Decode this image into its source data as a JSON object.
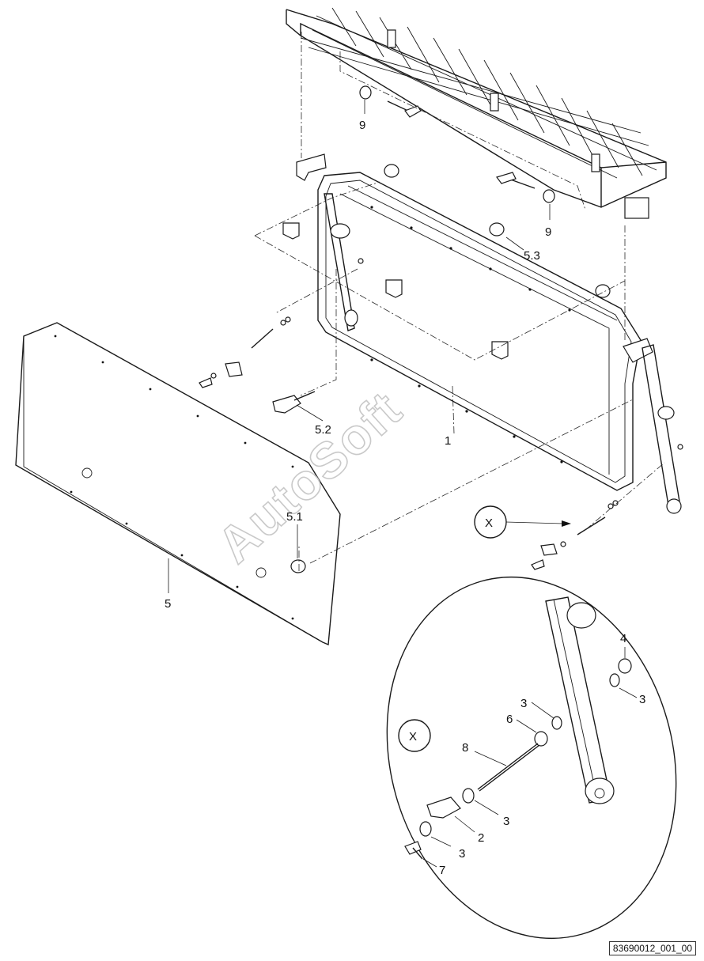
{
  "callouts": {
    "c9a": "9",
    "c9b": "9",
    "c53": "5.3",
    "c52": "5.2",
    "c1": "1",
    "c51": "5.1",
    "c5": "5",
    "cxa": "X",
    "cxb": "X",
    "c4": "4",
    "c3a": "3",
    "c3b": "3",
    "c6": "6",
    "c8": "8",
    "c3c": "3",
    "c2": "2",
    "c3d": "3",
    "c7": "7"
  },
  "watermark": "AutoSoft",
  "reference": "83690012_001_00"
}
